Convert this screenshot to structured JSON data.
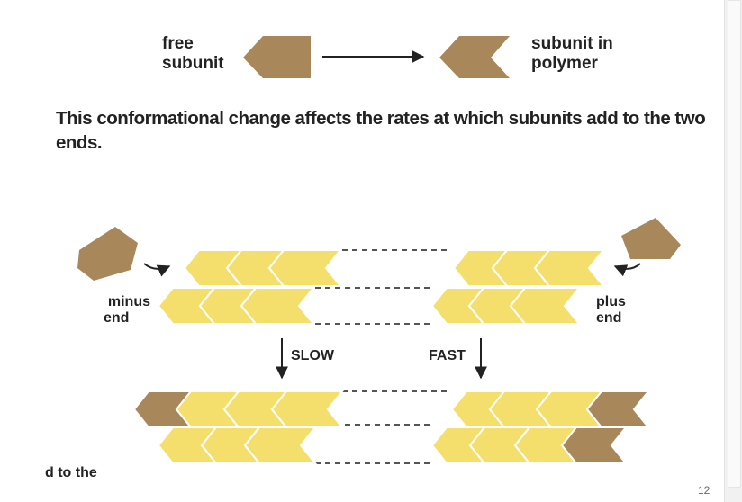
{
  "labels": {
    "free_subunit": [
      "free",
      "subunit"
    ],
    "subunit_in_polymer": [
      "subunit in",
      "polymer"
    ],
    "minus_end": [
      "minus",
      "end"
    ],
    "plus_end": [
      "plus",
      "end"
    ],
    "slow": "SLOW",
    "fast": "FAST"
  },
  "sentence": "This conformational change affects the rates at which subunits add to the two ends.",
  "cut_text": "d to the",
  "page_number": "12",
  "colors": {
    "subunit_free": "#a8885a",
    "subunit_polymer": "#f4df6c",
    "outline": "#ffffff",
    "text": "#222222",
    "dash": "#555555"
  }
}
